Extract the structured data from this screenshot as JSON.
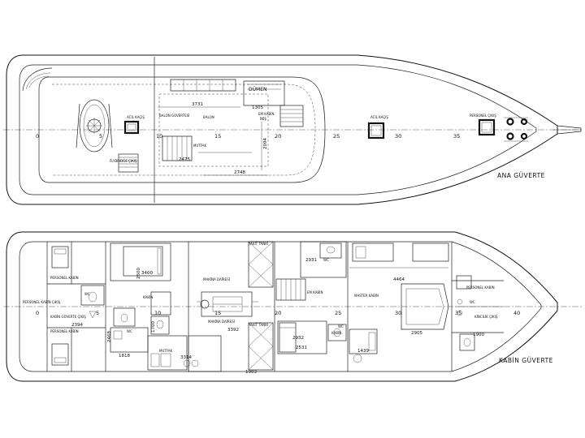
{
  "top_deck": {
    "title": "ANA GÜVERTE",
    "labels": {
      "flybridge": "FLYBRIDGE ÇIKIŞ",
      "acil_kacis_1": "ACİL KAÇIŞ",
      "balon_guvertesi": "BALON GÜVERTESİ",
      "balon": "BALON",
      "mutfak": "MUTFAK",
      "dumen": "DÜMEN",
      "em_kabin": "EM KABİN",
      "em_kabin_2": "İNİŞ",
      "acil_kacis_2": "ACİL KAÇIŞ",
      "personel_cikis": "PERSONEL ÇIKIŞ"
    },
    "dims": [
      "3731",
      "1305",
      "2475",
      "2094",
      "2748"
    ],
    "stations": [
      "0",
      "5",
      "10",
      "15",
      "20",
      "25",
      "30",
      "35"
    ]
  },
  "bottom_deck": {
    "title": "KABİN GÜVERTE",
    "labels": {
      "personel_kabin_1": "PERSONEL KABİN",
      "personel_kabin_cikis": "PERSONEL KABİN ÇIKIŞ",
      "personel_kabin_2": "PERSONEL KABİN",
      "wc_1": "WC",
      "wc_2": "WC",
      "wc_3": "WC",
      "wc_4": "WC",
      "wc_5": "WC",
      "mutfak": "MUTFAK",
      "kabin_1": "KABİN",
      "kabin_2": "KABİN",
      "makina_dairesi_1": "MAKİNA DAİRESİ",
      "makina_dairesi_2": "MAKİNA DAİRESİ",
      "kabin_guverte_cikis": "KABİN GÜVERTE ÇIKIŞ",
      "yakit_tanki_1": "YAKIT TANKI",
      "yakit_tanki_2": "YAKIT TANKI",
      "em_kabin": "EM KABİN",
      "master_kabin": "MASTER KABİN",
      "personel_kabin_3": "PERSONEL KABİN",
      "kincilik_cikis": "KİNCİLİK ÇIKIŞ"
    },
    "dims": [
      "3400",
      "2931",
      "4464",
      "2394",
      "3392",
      "2932",
      "2905",
      "1900",
      "1818",
      "3314",
      "2531",
      "1903",
      "1439",
      "2468",
      "2500",
      "1700"
    ],
    "stations": [
      "0",
      "5",
      "10",
      "15",
      "20",
      "25",
      "30",
      "35",
      "40"
    ]
  }
}
